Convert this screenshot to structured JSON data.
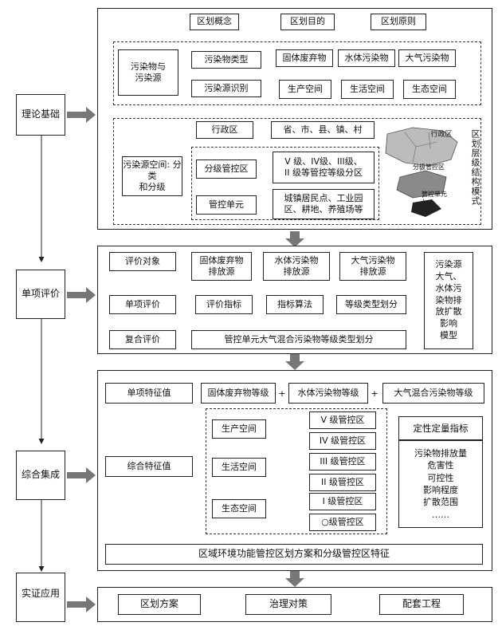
{
  "left": {
    "theory": "理论基础",
    "single": "单项评价",
    "integrate": "综合集成",
    "apply": "实证应用"
  },
  "theory": {
    "concept": "区划概念",
    "purpose": "区划目的",
    "principle": "区划原则",
    "pollutant_src": "污染物与\n污染源",
    "pollutant_type": "污染物类型",
    "src_ident": "污染源识别",
    "solid": "固体废弃物",
    "water": "水体污染物",
    "air": "大气污染物",
    "prod_space": "生产空间",
    "life_space": "生活空间",
    "eco_space": "生态空间",
    "src_space": "污染源空间: 分类\n和分级",
    "admin": "行政区",
    "admin_levels": "省、市、县、镇、村",
    "graded_zone": "分级管控区",
    "grade_desc": "V 级、IV级、III级、\nII 级等管控等级分区",
    "unit": "管控单元",
    "unit_desc": "城镇居民点、工业园\n区、耕地、养殖场等",
    "model_title": "区划层级结构模式",
    "map_admin": "行政区",
    "map_graded": "分级管控区",
    "map_unit": "管控单元"
  },
  "single": {
    "object": "评价对象",
    "single_eval": "单项评价",
    "compound_eval": "复合评价",
    "solid_src": "固体废弃物\n排放源",
    "water_src": "水体污染物\n排放源",
    "air_src": "大气污染物\n排放源",
    "indicator": "评价指标",
    "algorithm": "指标算法",
    "grade_div": "等级类型划分",
    "result": "管控单元大气混合污染物等级类型划分",
    "model": "污染源\n大气、\n水体污\n染物排\n放扩散\n影响\n模型"
  },
  "integrate": {
    "single_val": "单项特征值",
    "solid_grade": "固体废弃物等级",
    "plus1": "+",
    "water_grade": "水体污染物等级",
    "plus2": "+",
    "air_grade": "大气混合污染物等级",
    "composite_val": "综合特征值",
    "prod": "生产空间",
    "life": "生活空间",
    "eco": "生态空间",
    "z5": "V 级管控区",
    "z4": "IV 级管控区",
    "z3": "III 级管控区",
    "z2": "II 级管控区",
    "z1": "I 级管控区",
    "z0": "○级管控区",
    "qual": "定性定量指标",
    "qual_list": "污染物排放量\n危害性\n可控性\n影响程度\n扩散范围\n……",
    "final": "区域环境功能管控区划方案和分级管控区特征"
  },
  "apply": {
    "plan": "区划方案",
    "measures": "治理对策",
    "support": "配套工程"
  }
}
